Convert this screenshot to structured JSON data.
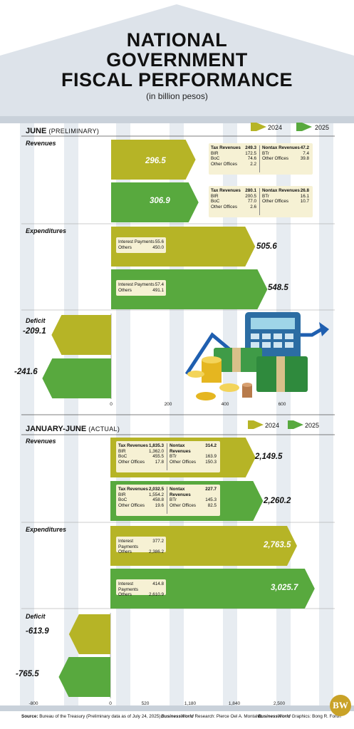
{
  "header": {
    "title_line1": "NATIONAL",
    "title_line2": "GOVERNMENT",
    "title_line3": "FISCAL PERFORMANCE",
    "subtitle": "(in billion pesos)"
  },
  "colors": {
    "y2024": "#b6b426",
    "y2025": "#58a93e",
    "box": "#f6f1d4",
    "building": "#dde3ea",
    "column": "#e7ecf1"
  },
  "legend": {
    "y2024": "2024",
    "y2025": "2025"
  },
  "labels": {
    "revenues": "Revenues",
    "expenditures": "Expenditures",
    "deficit": "Deficit"
  },
  "june": {
    "heading": "JUNE",
    "heading_note": "(PRELIMINARY)",
    "rev2024": {
      "value": 296.5,
      "label": "296.5",
      "tax_label": "Tax Revenues",
      "tax": "249.3",
      "bir_label": "BIR",
      "bir": "172.5",
      "boc_label": "BoC",
      "boc": "74.6",
      "oo_label": "Other Offices",
      "oo": "2.2",
      "nontax_label": "Nontax Revenues",
      "nontax": "47.2",
      "btr_label": "BTr",
      "btr": "7.4",
      "noo_label": "Other Offices",
      "noo": "39.8"
    },
    "rev2025": {
      "value": 306.9,
      "label": "306.9",
      "tax_label": "Tax Revenues",
      "tax": "280.1",
      "bir_label": "BIR",
      "bir": "200.5",
      "boc_label": "BoC",
      "boc": "77.0",
      "oo_label": "Other Offices",
      "oo": "2.6",
      "nontax_label": "Nontax Revenues",
      "nontax": "26.8",
      "btr_label": "BTr",
      "btr": "16.1",
      "noo_label": "Other Offices",
      "noo": "10.7"
    },
    "exp2024": {
      "value": 505.6,
      "label": "505.6",
      "ip_label": "Interest Payments",
      "ip": "55.6",
      "oth_label": "Others",
      "oth": "450.0"
    },
    "exp2025": {
      "value": 548.5,
      "label": "548.5",
      "ip_label": "Interest Payments",
      "ip": "57.4",
      "oth_label": "Others",
      "oth": "491.1"
    },
    "def2024": {
      "value": -209.1,
      "label": "-209.1"
    },
    "def2025": {
      "value": -241.6,
      "label": "-241.6"
    },
    "ticks": [
      "0",
      "200",
      "400",
      "600"
    ]
  },
  "h1": {
    "heading": "JANUARY-JUNE",
    "heading_note": "(ACTUAL)",
    "rev2024": {
      "value": 2149.5,
      "label": "2,149.5",
      "tax_label": "Tax Revenues",
      "tax": "1,835.3",
      "bir_label": "BIR",
      "bir": "1,362.0",
      "boc_label": "BoC",
      "boc": "455.5",
      "oo_label": "Other Offices",
      "oo": "17.8",
      "nontax_label": "Nontax Revenues",
      "nontax": "314.2",
      "btr_label": "BTr",
      "btr": "163.9",
      "noo_label": "Other Offices",
      "noo": "150.3"
    },
    "rev2025": {
      "value": 2260.2,
      "label": "2,260.2",
      "tax_label": "Tax Revenues",
      "tax": "2,032.5",
      "bir_label": "BIR",
      "bir": "1,554.2",
      "boc_label": "BoC",
      "boc": "458.8",
      "oo_label": "Other Offices",
      "oo": "19.6",
      "nontax_label": "Nontax Revenues",
      "nontax": "227.7",
      "btr_label": "BTr",
      "btr": "145.3",
      "noo_label": "Other Offices",
      "noo": "82.5"
    },
    "exp2024": {
      "value": 2763.5,
      "label": "2,763.5",
      "ip_label": "Interest Payments",
      "ip": "377.2",
      "oth_label": "Others",
      "oth": "2,386.2"
    },
    "exp2025": {
      "value": 3025.7,
      "label": "3,025.7",
      "ip_label": "Interest Payments",
      "ip": "414.8",
      "oth_label": "Others",
      "oth": "2,610.9"
    },
    "def2024": {
      "value": -613.9,
      "label": "-613.9"
    },
    "def2025": {
      "value": -765.5,
      "label": "-765.5"
    },
    "ticks": [
      "-800",
      "0",
      "520",
      "1,180",
      "1,840",
      "2,500"
    ]
  },
  "footer": {
    "source_label": "Source:",
    "source_text": "Bureau of the Treasury (Preliminary data as of July 24, 2025)",
    "research_label": "BusinessWorld",
    "research_text": "Research: Pierce Oel A. Montalvo",
    "graphics_label": "BusinessWorld",
    "graphics_text": "Graphics: Bong R. Fortin",
    "logo": "BW"
  },
  "chart_data": [
    {
      "type": "bar",
      "title": "JUNE (PRELIMINARY)",
      "categories": [
        "Revenues",
        "Expenditures",
        "Deficit"
      ],
      "series": [
        {
          "name": "2024",
          "values": [
            296.5,
            505.6,
            -209.1
          ]
        },
        {
          "name": "2025",
          "values": [
            306.9,
            548.5,
            -241.6
          ]
        }
      ],
      "orientation": "horizontal",
      "xticks": [
        0,
        200,
        400,
        600
      ],
      "legend": "top-right"
    },
    {
      "type": "bar",
      "title": "JANUARY-JUNE (ACTUAL)",
      "categories": [
        "Revenues",
        "Expenditures",
        "Deficit"
      ],
      "series": [
        {
          "name": "2024",
          "values": [
            2149.5,
            2763.5,
            -613.9
          ]
        },
        {
          "name": "2025",
          "values": [
            2260.2,
            3025.7,
            -765.5
          ]
        }
      ],
      "orientation": "horizontal",
      "xticks": [
        -800,
        0,
        520,
        1180,
        1840,
        2500
      ],
      "legend": "top-right"
    }
  ]
}
